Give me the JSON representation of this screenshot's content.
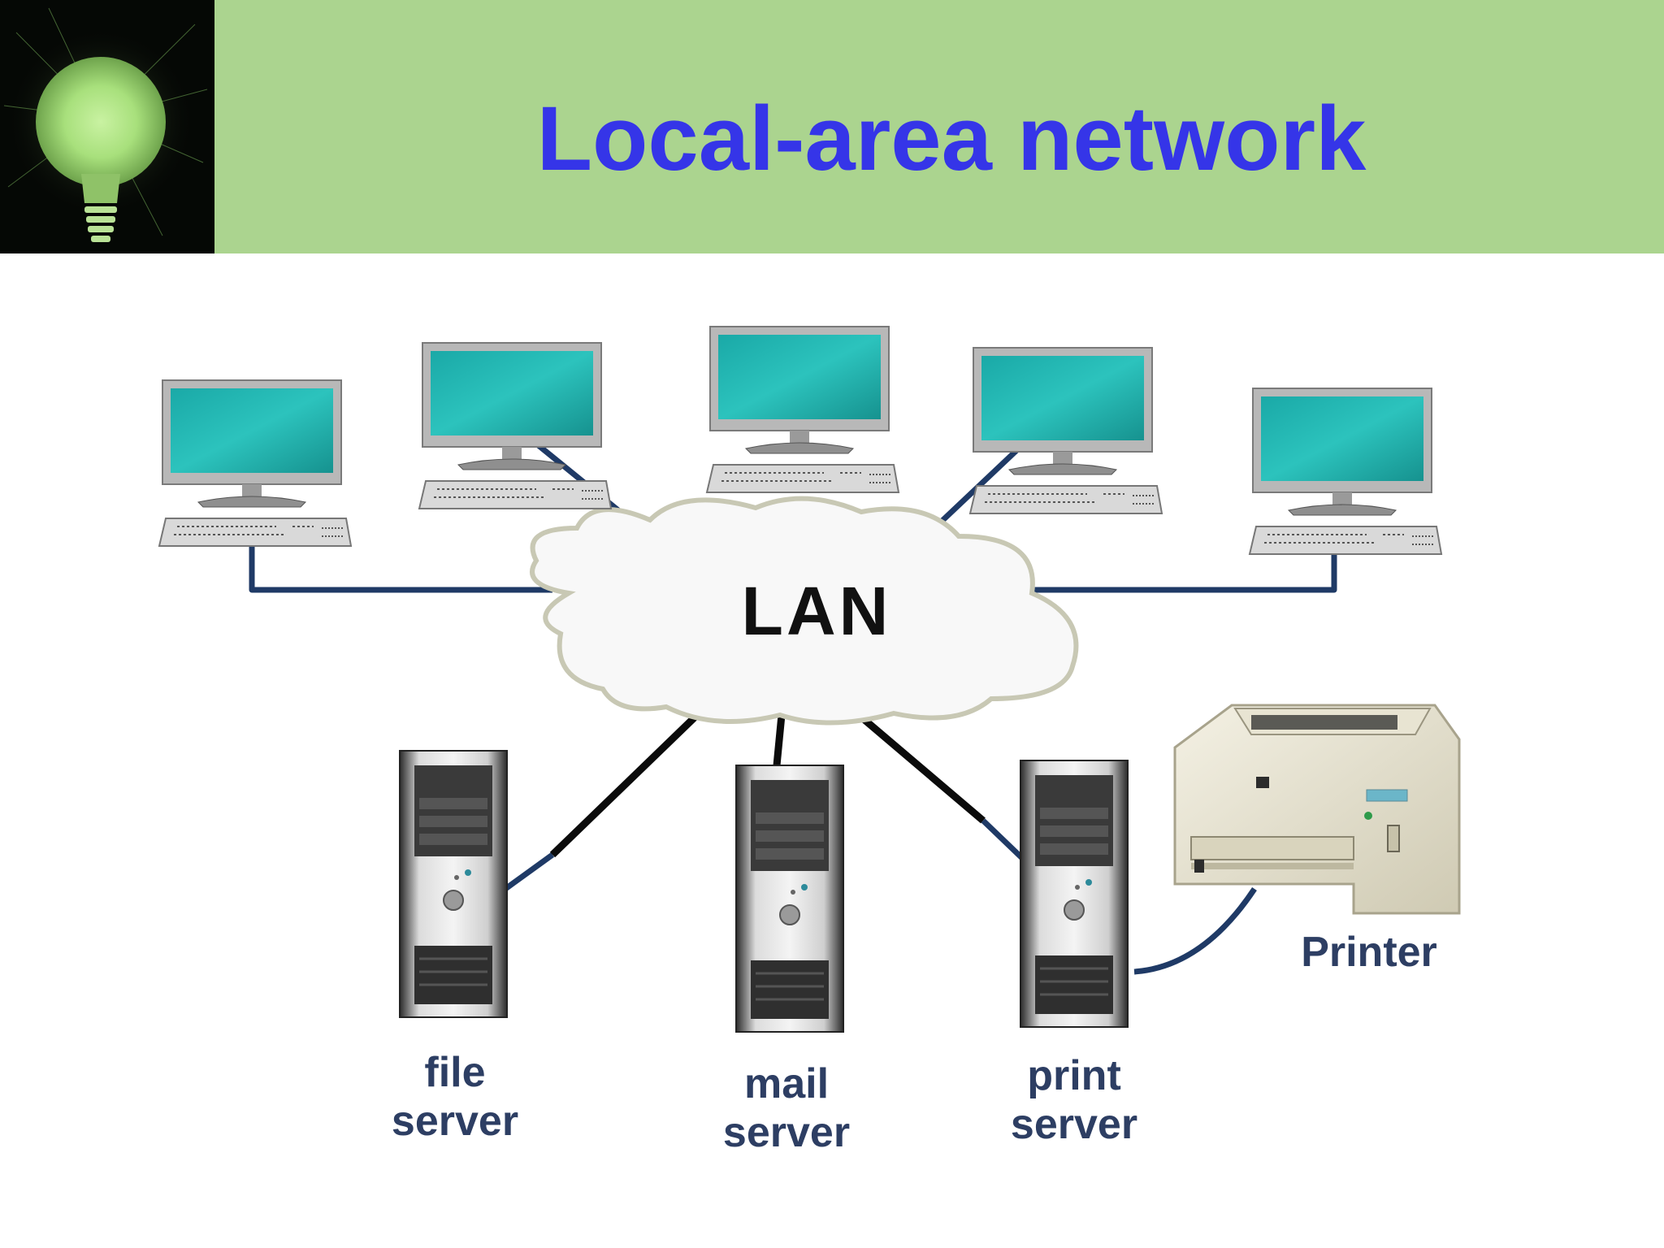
{
  "title": "Local-area network",
  "network": {
    "label": "LAN"
  },
  "servers": [
    {
      "line1": "file",
      "line2": "server"
    },
    {
      "line1": "mail",
      "line2": "server"
    },
    {
      "line1": "print",
      "line2": "server"
    }
  ],
  "printer": {
    "label": "Printer"
  },
  "colors": {
    "header_bg": "#abd48f",
    "title": "#3535e8",
    "cable": "#1f3a66",
    "screen": "#27b8b4",
    "label": "#2d3e63"
  }
}
